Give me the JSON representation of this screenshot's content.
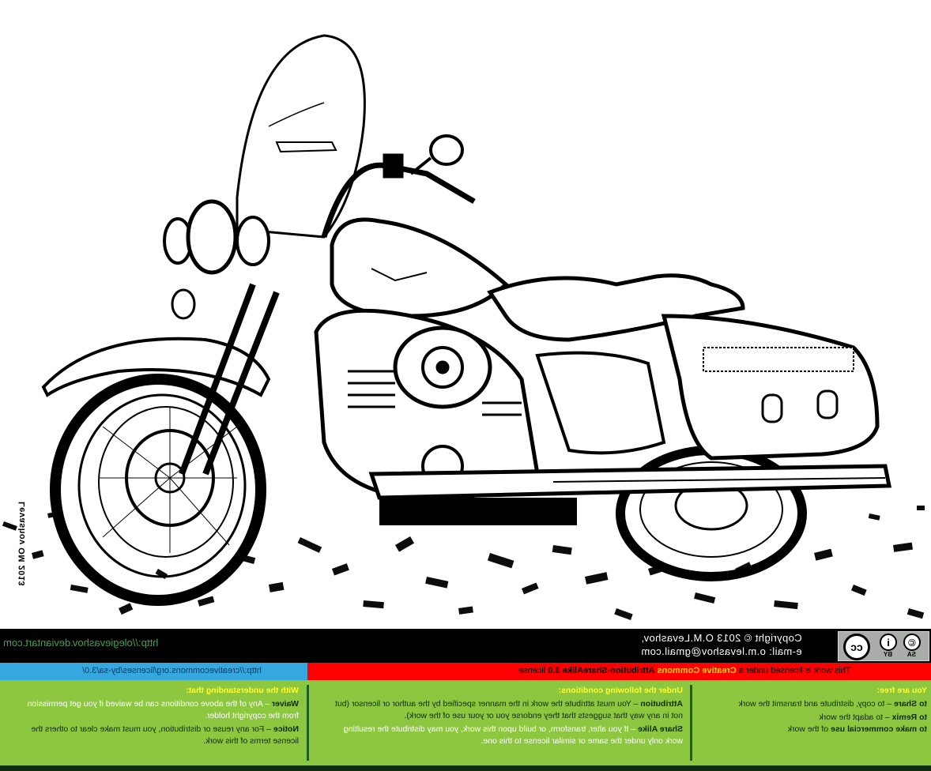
{
  "artwork": {
    "subject": "Motorcycle line-art illustration (touring cruiser with windshield, saddlebags) on gravel",
    "signature": "Levashov OM 2013",
    "mirrored": true
  },
  "footer": {
    "website_url": "http://olegievashov.deviantart.com",
    "copyright_line1": "Copyright © 2013 O.M.Levashov,",
    "copyright_line2": "e-mail: o.m.levashov@gmail.com",
    "cc_badge": {
      "main": "cc",
      "by_glyph": "i",
      "sa_glyph": "©",
      "by_label": "BY",
      "sa_label": "SA"
    },
    "license_url": "http://creativecommons.org/licenses/by-sa/3.0/",
    "license_statement": {
      "prefix": "This work is licensed under a",
      "cc": "Creative Commons",
      "name": "Attribution-ShareAlike 3.0",
      "suffix": "license"
    },
    "colors": {
      "black_bar": "#000000",
      "blue_bar": "#35a8e0",
      "red_bar": "#ff0000",
      "green_area": "#8dc63f",
      "heading_yellow": "#ffff33"
    },
    "free": {
      "heading": "You are free:",
      "items": [
        {
          "term": "to Share",
          "text": " – to copy, distribute and transmit the work"
        },
        {
          "term": "to Remix",
          "text": " – to adapt the work"
        },
        {
          "term": "to make commercial use",
          "text": " of the work"
        }
      ]
    },
    "conditions": {
      "heading": "Under the following conditions:",
      "attribution_term": "Attribution",
      "attribution_text": " – You must attribute the work in the manner specified by the author or licensor (but not in any way that suggests that they endorse you or your use of the work).",
      "sharealike_term": "Share Alike",
      "sharealike_text": " – If you alter, transform, or build upon this work, you may distribute the resulting work only under the same or similar license to this one."
    },
    "understanding": {
      "heading": "With the understanding that:",
      "waiver_term": "Waiver",
      "waiver_text": " – Any of the above conditions can be waived if you get permission from the copyright holder.",
      "notice_term": "Notice",
      "notice_text": " – For any reuse or distribution, you must make clear to others the license terms of this work."
    }
  }
}
